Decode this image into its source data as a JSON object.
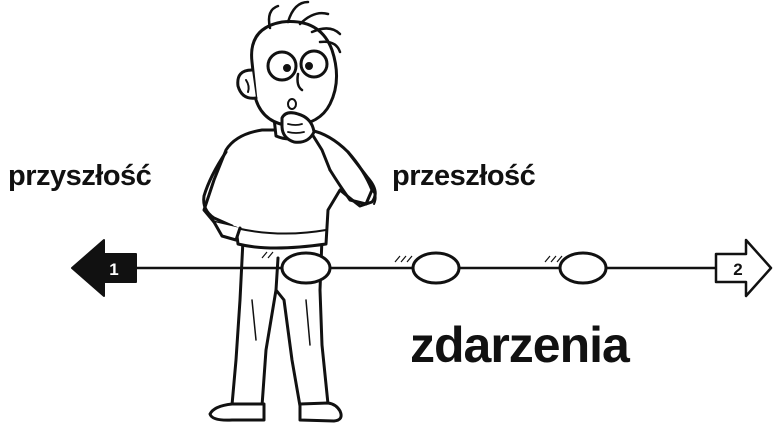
{
  "labels": {
    "future": "przyszłość",
    "past": "przeszłość",
    "events": "zdarzenia"
  },
  "arrows": {
    "left_number": "1",
    "right_number": "2"
  },
  "colors": {
    "ink": "#111111",
    "background": "#ffffff"
  }
}
